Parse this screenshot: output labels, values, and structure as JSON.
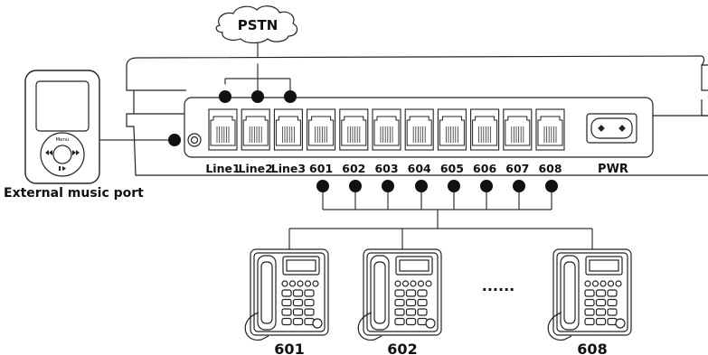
{
  "cloud": {
    "label": "PSTN"
  },
  "music_port": {
    "label": "External music port",
    "menu_text": "Menu"
  },
  "ports": {
    "lines": [
      "Line1",
      "Line2",
      "Line3"
    ],
    "extensions": [
      "601",
      "602",
      "603",
      "604",
      "605",
      "606",
      "607",
      "608"
    ],
    "power": "PWR"
  },
  "phones": [
    {
      "label": "601"
    },
    {
      "label": "602"
    },
    {
      "label": "608"
    }
  ],
  "ellipsis": "······"
}
